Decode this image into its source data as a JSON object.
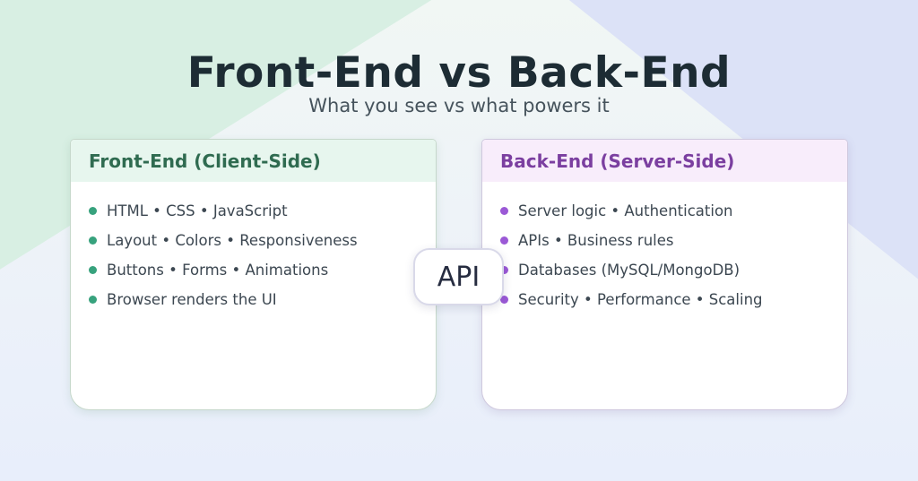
{
  "header": {
    "title": "Front-End vs Back-End",
    "subtitle": "What you see vs what powers it"
  },
  "cards": [
    {
      "id": "front-end",
      "title": "Front-End (Client-Side)",
      "items": [
        "HTML • CSS • JavaScript",
        "Layout • Colors • Responsiveness",
        "Buttons • Forms • Animations",
        "Browser renders the UI"
      ],
      "accent_color": "#37a27d",
      "header_bg": "#e7f6ee",
      "header_text_color": "#2f6b50"
    },
    {
      "id": "back-end",
      "title": "Back-End (Server-Side)",
      "items": [
        "Server logic • Authentication",
        "APIs • Business rules",
        "Databases (MySQL/MongoDB)",
        "Security • Performance • Scaling"
      ],
      "accent_color": "#9b59d6",
      "header_bg": "#f8edfb",
      "header_text_color": "#7b3fa0"
    }
  ],
  "connector": {
    "label": "API"
  },
  "colors": {
    "title_text": "#1d2c34",
    "subtitle_text": "#46535c",
    "bg_mint": "#d8efe3",
    "bg_lavender": "#dce2f7",
    "bg_base_bottom": "#e8eefb",
    "card_bg": "#ffffff"
  }
}
